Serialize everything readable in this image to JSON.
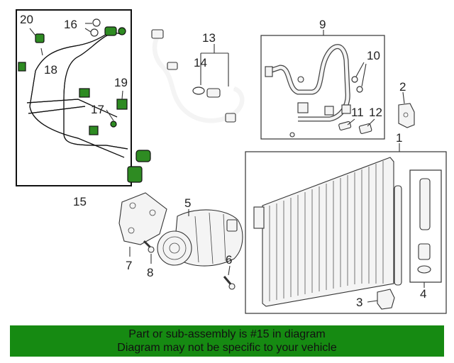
{
  "callouts": {
    "c1": "1",
    "c2": "2",
    "c3": "3",
    "c4": "4",
    "c5": "5",
    "c6": "6",
    "c7": "7",
    "c8": "8",
    "c9": "9",
    "c10": "10",
    "c11": "11",
    "c12": "12",
    "c13": "13",
    "c14": "14",
    "c15": "15",
    "c16": "16",
    "c17": "17",
    "c18": "18",
    "c19": "19",
    "c20": "20"
  },
  "banner": {
    "line1": "Part or sub-assembly is #15 in diagram",
    "line2": "Diagram may not be specific to your vehicle"
  },
  "colors": {
    "highlight": "#2e8b22",
    "banner_bg": "#168a12"
  }
}
